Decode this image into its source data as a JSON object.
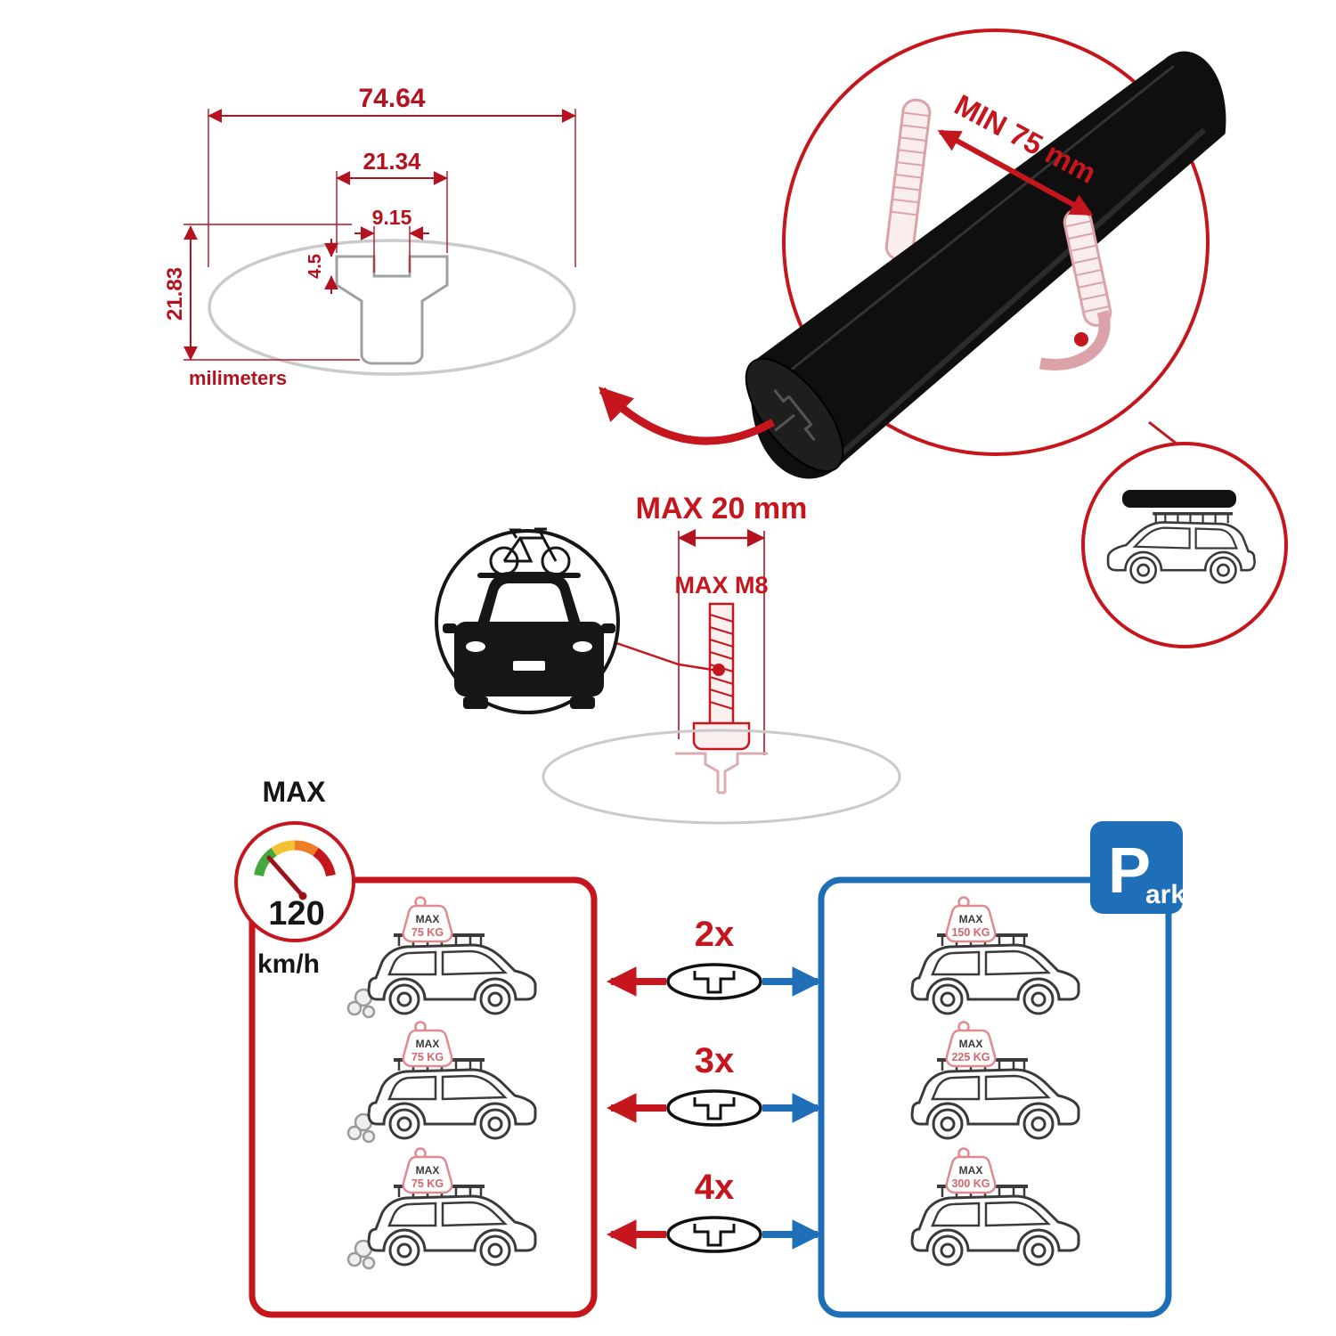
{
  "dimension_diagram": {
    "total_width": "74.64",
    "slot_outer_width": "21.34",
    "slot_inner_width": "9.15",
    "slot_depth": "4.5",
    "total_height": "21.83",
    "unit_label": "milimeters"
  },
  "crossbar_detail": {
    "min_span_label": "MIN 75 mm"
  },
  "bolt_detail": {
    "max_width_label": "MAX 20 mm",
    "thread_label": "MAX M8"
  },
  "speed_limit": {
    "title": "MAX",
    "value": "120",
    "unit": "km/h"
  },
  "multipliers": [
    "2x",
    "3x",
    "4x"
  ],
  "driving_panel": {
    "cars": [
      {
        "badge_title": "MAX",
        "badge_weight": "75 KG"
      },
      {
        "badge_title": "MAX",
        "badge_weight": "75 KG"
      },
      {
        "badge_title": "MAX",
        "badge_weight": "75 KG"
      }
    ]
  },
  "parking_panel": {
    "sign_letter": "P",
    "sign_suffix": "ark",
    "cars": [
      {
        "badge_title": "MAX",
        "badge_weight": "150 KG"
      },
      {
        "badge_title": "MAX",
        "badge_weight": "225 KG"
      },
      {
        "badge_title": "MAX",
        "badge_weight": "300 KG"
      }
    ]
  },
  "colors": {
    "accent_red": "#C4161C",
    "dimension_red": "#B5121F",
    "accent_blue": "#1E6FB8",
    "faint_pink": "#DBA3A9",
    "outline_gray": "#9EA0A3",
    "bar_black": "#0F0F0F"
  }
}
